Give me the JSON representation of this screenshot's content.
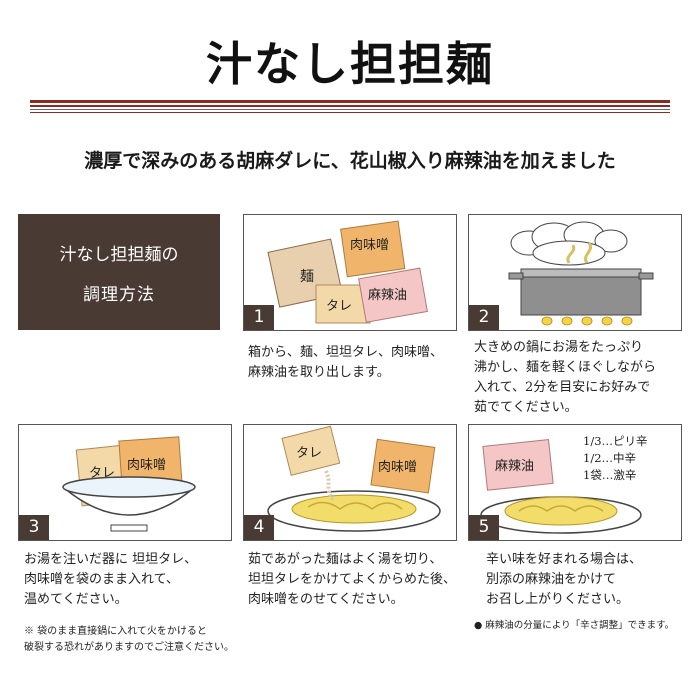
{
  "title": "汁なし担担麺",
  "subtitle": "濃厚で深みのある胡麻ダレに、花山椒入り麻辣油を加えました",
  "howto": {
    "line1": "汁なし担担麺の",
    "line2": "調理方法"
  },
  "packets": {
    "noodle": "麺",
    "sauce": "タレ",
    "miso": "肉味噌",
    "mala": "麻辣油"
  },
  "steps": [
    {
      "num": "1",
      "desc": [
        "箱から、麺、坦坦タレ、肉味噌、",
        "麻辣油を取り出します。"
      ]
    },
    {
      "num": "2",
      "desc": [
        "大きめの鍋にお湯をたっぷり",
        "沸かし、麺を軽くほぐしながら",
        "入れて、2分を目安にお好みで",
        "茹でてください。"
      ]
    },
    {
      "num": "3",
      "desc": [
        "お湯を注いだ器に 坦坦タレ、",
        "肉味噌を袋のまま入れて、",
        "温めてください。"
      ]
    },
    {
      "num": "4",
      "desc": [
        "茹であがった麺はよく湯を切り、",
        "坦坦タレをかけてよくからめた後、",
        "肉味噌をのせてください。"
      ]
    },
    {
      "num": "5",
      "desc": [
        "辛い味を好まれる場合は、",
        "別添の麻辣油をかけて",
        "お召し上がりください。"
      ]
    }
  ],
  "spice_levels": [
    "1/3…ピリ辛",
    "1/2…中辛",
    "1袋…激辛"
  ],
  "note_step3": [
    "※ 袋のまま直接鍋に入れて火をかけると",
    "破裂する恐れがありますのでご注意ください。"
  ],
  "note_step5": "● 麻辣油の分量により「辛さ調整」できます。",
  "colors": {
    "brown": "#4a3a34",
    "rule_red": "#8a2a25",
    "packet_tan": "#e8cfae",
    "packet_orange": "#f0b56a",
    "packet_pink": "#f4c6c6",
    "noodle_yellow": "#f2dc6a"
  }
}
